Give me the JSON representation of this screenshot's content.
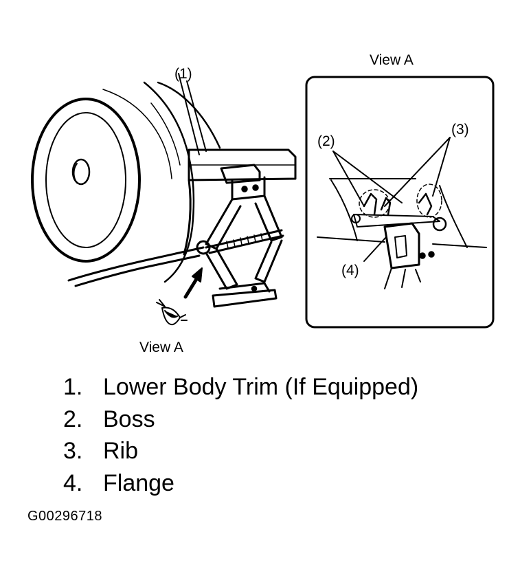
{
  "callouts": {
    "c1": "(1)",
    "c2": "(2)",
    "c3": "(3)",
    "c4": "(4)"
  },
  "inset_title": "View A",
  "view_arrow_label": "View A",
  "legend": [
    {
      "num": "1.",
      "text": "Lower Body Trim (If Equipped)"
    },
    {
      "num": "2.",
      "text": "Boss"
    },
    {
      "num": "3.",
      "text": "Rib"
    },
    {
      "num": "4.",
      "text": "Flange"
    }
  ],
  "figure_id": "G00296718"
}
